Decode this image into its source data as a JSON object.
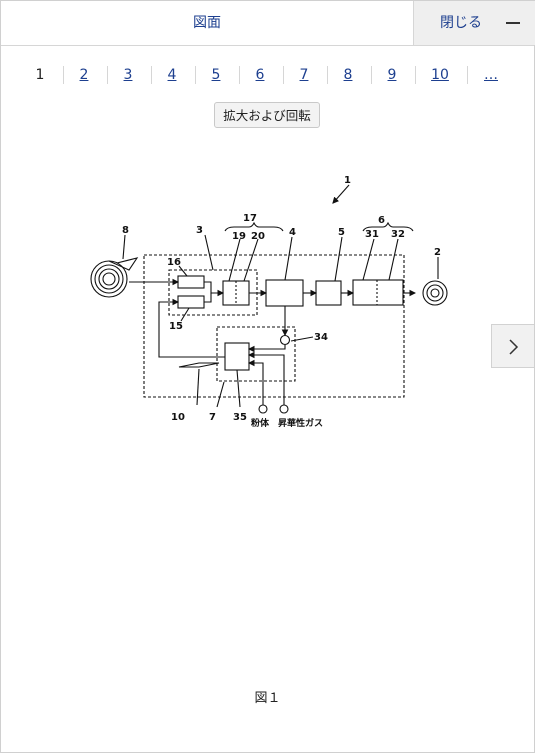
{
  "header": {
    "title": "図面",
    "close_label": "閉じる"
  },
  "pager": {
    "pages": [
      "1",
      "2",
      "3",
      "4",
      "5",
      "6",
      "7",
      "8",
      "9",
      "10",
      "…"
    ],
    "current": "1"
  },
  "zoom_button_label": "拡大および回転",
  "figure": {
    "caption": "図１",
    "labels": {
      "l1": "1",
      "l8": "8",
      "l3": "3",
      "l17": "17",
      "l19": "19",
      "l20": "20",
      "l4": "4",
      "l5": "5",
      "l6": "6",
      "l31": "31",
      "l32": "32",
      "l2": "2",
      "l16": "16",
      "l15": "15",
      "l34": "34",
      "l10": "10",
      "l7": "7",
      "l35": "35",
      "powder": "粉体",
      "gas": "昇華性ガス"
    }
  },
  "icons": {
    "minimize": "minimize-icon",
    "next": "chevron-right-icon"
  }
}
